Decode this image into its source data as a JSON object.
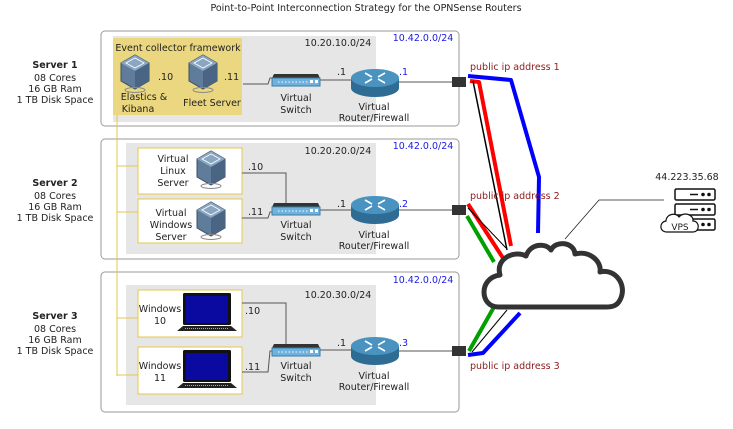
{
  "title": "Point-to-Point Interconnection Strategy for the OPNSense Routers",
  "colors": {
    "tunnel1": "#0000ff",
    "tunnel2": "#ff0000",
    "tunnel3": "#00a000",
    "public_label": "#8b1a1a",
    "wan_net": "#1a1ae6",
    "vm_group": "#ebd77f"
  },
  "servers": [
    {
      "name": "Server 1",
      "cores": "08 Cores",
      "ram": "16 GB Ram",
      "disk": "1 TB Disk Space",
      "lan": "10.20.10.0/24",
      "wan": "10.42.0.0/24",
      "router_lan_ip": ".1",
      "router_wan_ip": ".1",
      "public_ip": "public ip address 1",
      "group_title": "Event collector framework",
      "hosts": [
        {
          "label": "Elastics & Kibana",
          "label_lines": [
            "Elastics &",
            "Kibana"
          ],
          "ip": ".10",
          "icon": "virtualbox-icon"
        },
        {
          "label": "Fleet Server",
          "label_lines": [
            "Fleet Server"
          ],
          "ip": ".11",
          "icon": "virtualbox-icon"
        }
      ]
    },
    {
      "name": "Server 2",
      "cores": "08 Cores",
      "ram": "16 GB Ram",
      "disk": "1 TB Disk Space",
      "lan": "10.20.20.0/24",
      "wan": "10.42.0.0/24",
      "router_lan_ip": ".1",
      "router_wan_ip": ".2",
      "public_ip": "public ip address 2",
      "hosts": [
        {
          "label_lines": [
            "Virtual",
            "Linux",
            "Server"
          ],
          "ip": ".10",
          "icon": "virtualbox-icon"
        },
        {
          "label_lines": [
            "Virtual",
            "Windows",
            "Server"
          ],
          "ip": ".11",
          "icon": "virtualbox-icon"
        }
      ]
    },
    {
      "name": "Server 3",
      "cores": "08 Cores",
      "ram": "16 GB Ram",
      "disk": "1 TB Disk Space",
      "lan": "10.20.30.0/24",
      "wan": "10.42.0.0/24",
      "router_lan_ip": ".1",
      "router_wan_ip": ".3",
      "public_ip": "public ip address 3",
      "hosts": [
        {
          "label_lines": [
            "Windows",
            "10"
          ],
          "ip": ".10",
          "icon": "laptop-icon"
        },
        {
          "label_lines": [
            "Windows",
            "11"
          ],
          "ip": ".11",
          "icon": "laptop-icon"
        }
      ]
    }
  ],
  "switch_label": [
    "Virtual",
    "Switch"
  ],
  "router_label": [
    "Virtual",
    "Router/Firewall"
  ],
  "vps": {
    "ip": "44.223.35.68",
    "label": "VPS"
  }
}
